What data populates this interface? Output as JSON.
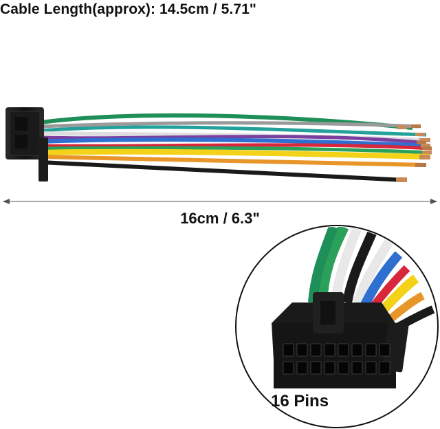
{
  "header": {
    "cable_length_label": "Cable Length(approx): 14.5cm / 5.71\""
  },
  "dimension": {
    "total_length_label": "16cm / 6.3\""
  },
  "detail": {
    "pin_count_label": "16 Pins"
  },
  "wires": [
    {
      "color": "#1f8f5a"
    },
    {
      "color": "#7b3fa0"
    },
    {
      "color": "#e8e8e8"
    },
    {
      "color": "#9a9a9a"
    },
    {
      "color": "#2f6fd0"
    },
    {
      "color": "#d8263a"
    },
    {
      "color": "#f4d21a"
    },
    {
      "color": "#e8962a"
    },
    {
      "color": "#1a1a1a"
    }
  ],
  "colors": {
    "connector": "#1e1e1e",
    "text": "#111111",
    "dimension_line": "#555555"
  }
}
